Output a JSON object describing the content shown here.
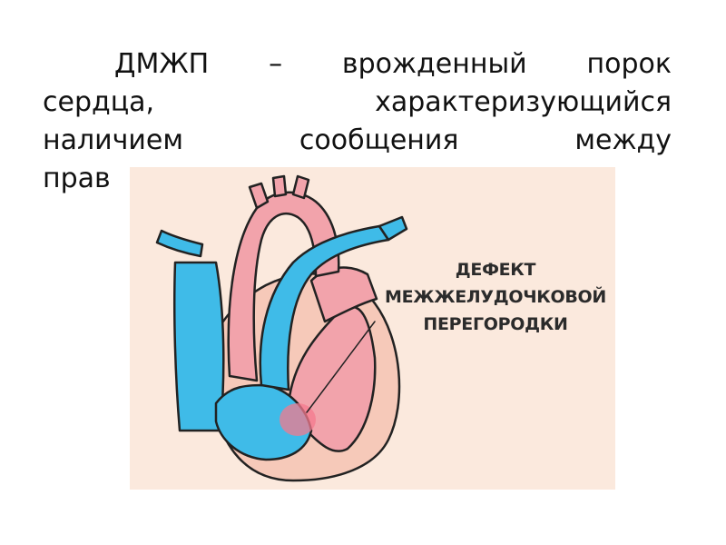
{
  "slide": {
    "text_lines": [
      [
        "ДМЖП",
        "–",
        "врожденный",
        "порок"
      ],
      [
        "сердца,",
        "характеризующийся"
      ],
      [
        "наличием",
        "сообщения",
        "между"
      ],
      [
        "прав"
      ]
    ]
  },
  "figure": {
    "label_lines": [
      "ДЕФЕКТ",
      "МЕЖЖЕЛУДОЧКОВОЙ",
      "ПЕРЕГОРОДКИ"
    ],
    "colors": {
      "background": "#fbe9dd",
      "venous_blue": "#3fbbe8",
      "arterial_red": "#f2a3ab",
      "outline": "#222222",
      "defect_pink": "#f47a8e"
    }
  }
}
